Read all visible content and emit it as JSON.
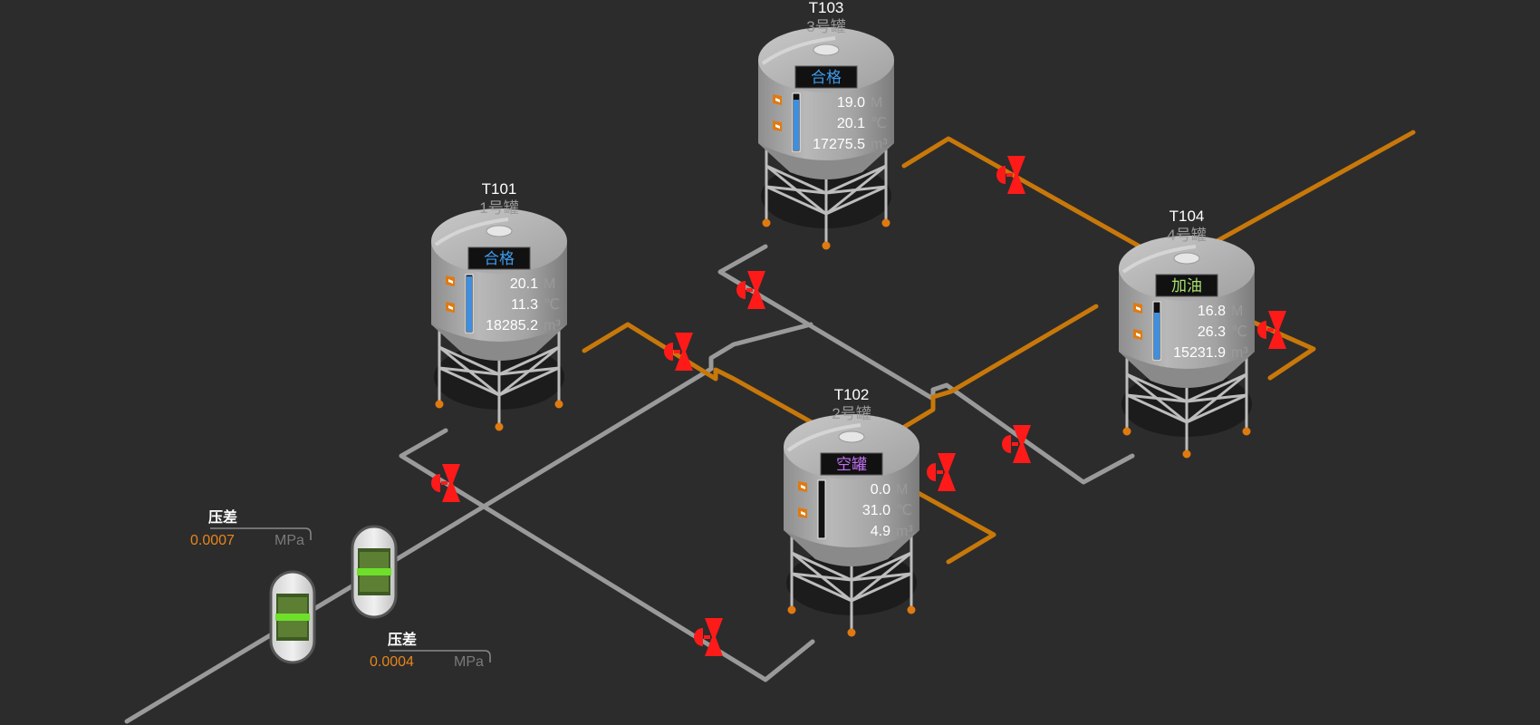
{
  "colors": {
    "background": "#2c2c2c",
    "pipe_gray": "#9a9a9a",
    "pipe_orange": "#c8780a",
    "valve": "#ff1a1a",
    "level_bar": "#3d8fe0",
    "status_ok": "#3d9ae8",
    "status_empty": "#c070f0",
    "status_fueling": "#a8e070",
    "value_orange": "#e8851a",
    "filter_green": "#6ee02a"
  },
  "tanks": [
    {
      "id": "T101",
      "name": "1号罐",
      "status": "合格",
      "level": "20.1",
      "level_unit": "M",
      "temp": "11.3",
      "temp_unit": "℃",
      "volume": "18285.2",
      "volume_unit": "m³",
      "fill_fraction": 0.98
    },
    {
      "id": "T102",
      "name": "2号罐",
      "status": "空罐",
      "level": "0.0",
      "level_unit": "M",
      "temp": "31.0",
      "temp_unit": "℃",
      "volume": "4.9",
      "volume_unit": "m³",
      "fill_fraction": 0.0
    },
    {
      "id": "T103",
      "name": "3号罐",
      "status": "合格",
      "level": "19.0",
      "level_unit": "M",
      "temp": "20.1",
      "temp_unit": "℃",
      "volume": "17275.5",
      "volume_unit": "m³",
      "fill_fraction": 0.9
    },
    {
      "id": "T104",
      "name": "4号罐",
      "status": "加油",
      "level": "16.8",
      "level_unit": "M",
      "temp": "26.3",
      "temp_unit": "℃",
      "volume": "15231.9",
      "volume_unit": "m³",
      "fill_fraction": 0.82
    }
  ],
  "pressure_gauges": [
    {
      "label": "压差",
      "value": "0.0007",
      "unit": "MPa"
    },
    {
      "label": "压差",
      "value": "0.0004",
      "unit": "MPa"
    }
  ]
}
